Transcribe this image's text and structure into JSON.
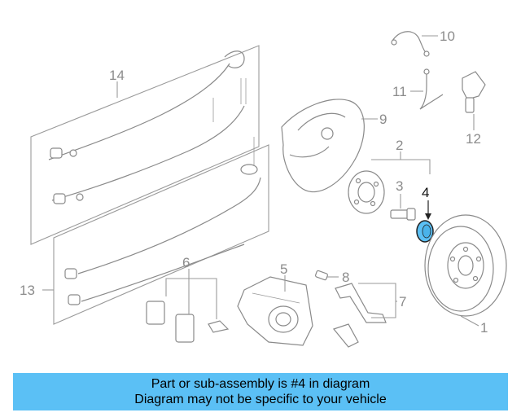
{
  "callouts": {
    "c1": "1",
    "c2": "2",
    "c3": "3",
    "c4": "4",
    "c5": "5",
    "c6": "6",
    "c7": "7",
    "c8": "8",
    "c9": "9",
    "c10": "10",
    "c11": "11",
    "c12": "12",
    "c13": "13",
    "c14": "14"
  },
  "highlight": {
    "part": "4",
    "color": "#5bc0f5"
  },
  "caption": {
    "line1": "Part or sub-assembly is #4 in diagram",
    "line2": "Diagram may not be specific to your vehicle",
    "background": "#5bc0f5"
  }
}
